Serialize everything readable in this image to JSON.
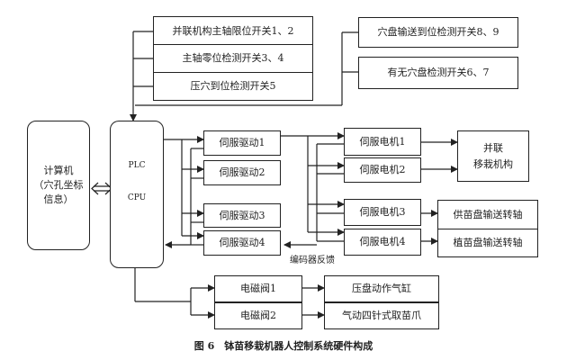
{
  "sensors": {
    "s1": "并联机构主轴限位开关1、2",
    "s2": "主轴零位检测开关3、4",
    "s3": "压穴到位检测开关5",
    "s4": "穴盘输送到位检测开关8、9",
    "s5": "有无穴盘检测开关6、7"
  },
  "computer": "计算机\n（穴孔坐标\n信息）",
  "plc": {
    "line1": "PLC",
    "line2": "CPU"
  },
  "drives": [
    "伺服驱动1",
    "伺服驱动2",
    "伺服驱动3",
    "伺服驱动4"
  ],
  "motors": [
    "伺服电机1",
    "伺服电机2",
    "伺服电机3",
    "伺服电机4"
  ],
  "mechanisms": {
    "parallel": "并联\n移栽机构",
    "supply": "供苗盘输送转轴",
    "plant": "植苗盘输送转轴"
  },
  "valves": [
    "电磁阀1",
    "电磁阀2"
  ],
  "actuators": [
    "压盘动作气缸",
    "气动四针式取苗爪"
  ],
  "encoder_label": "编码器反馈",
  "caption": "图 6　钵苗移栽机器人控制系统硬件构成"
}
